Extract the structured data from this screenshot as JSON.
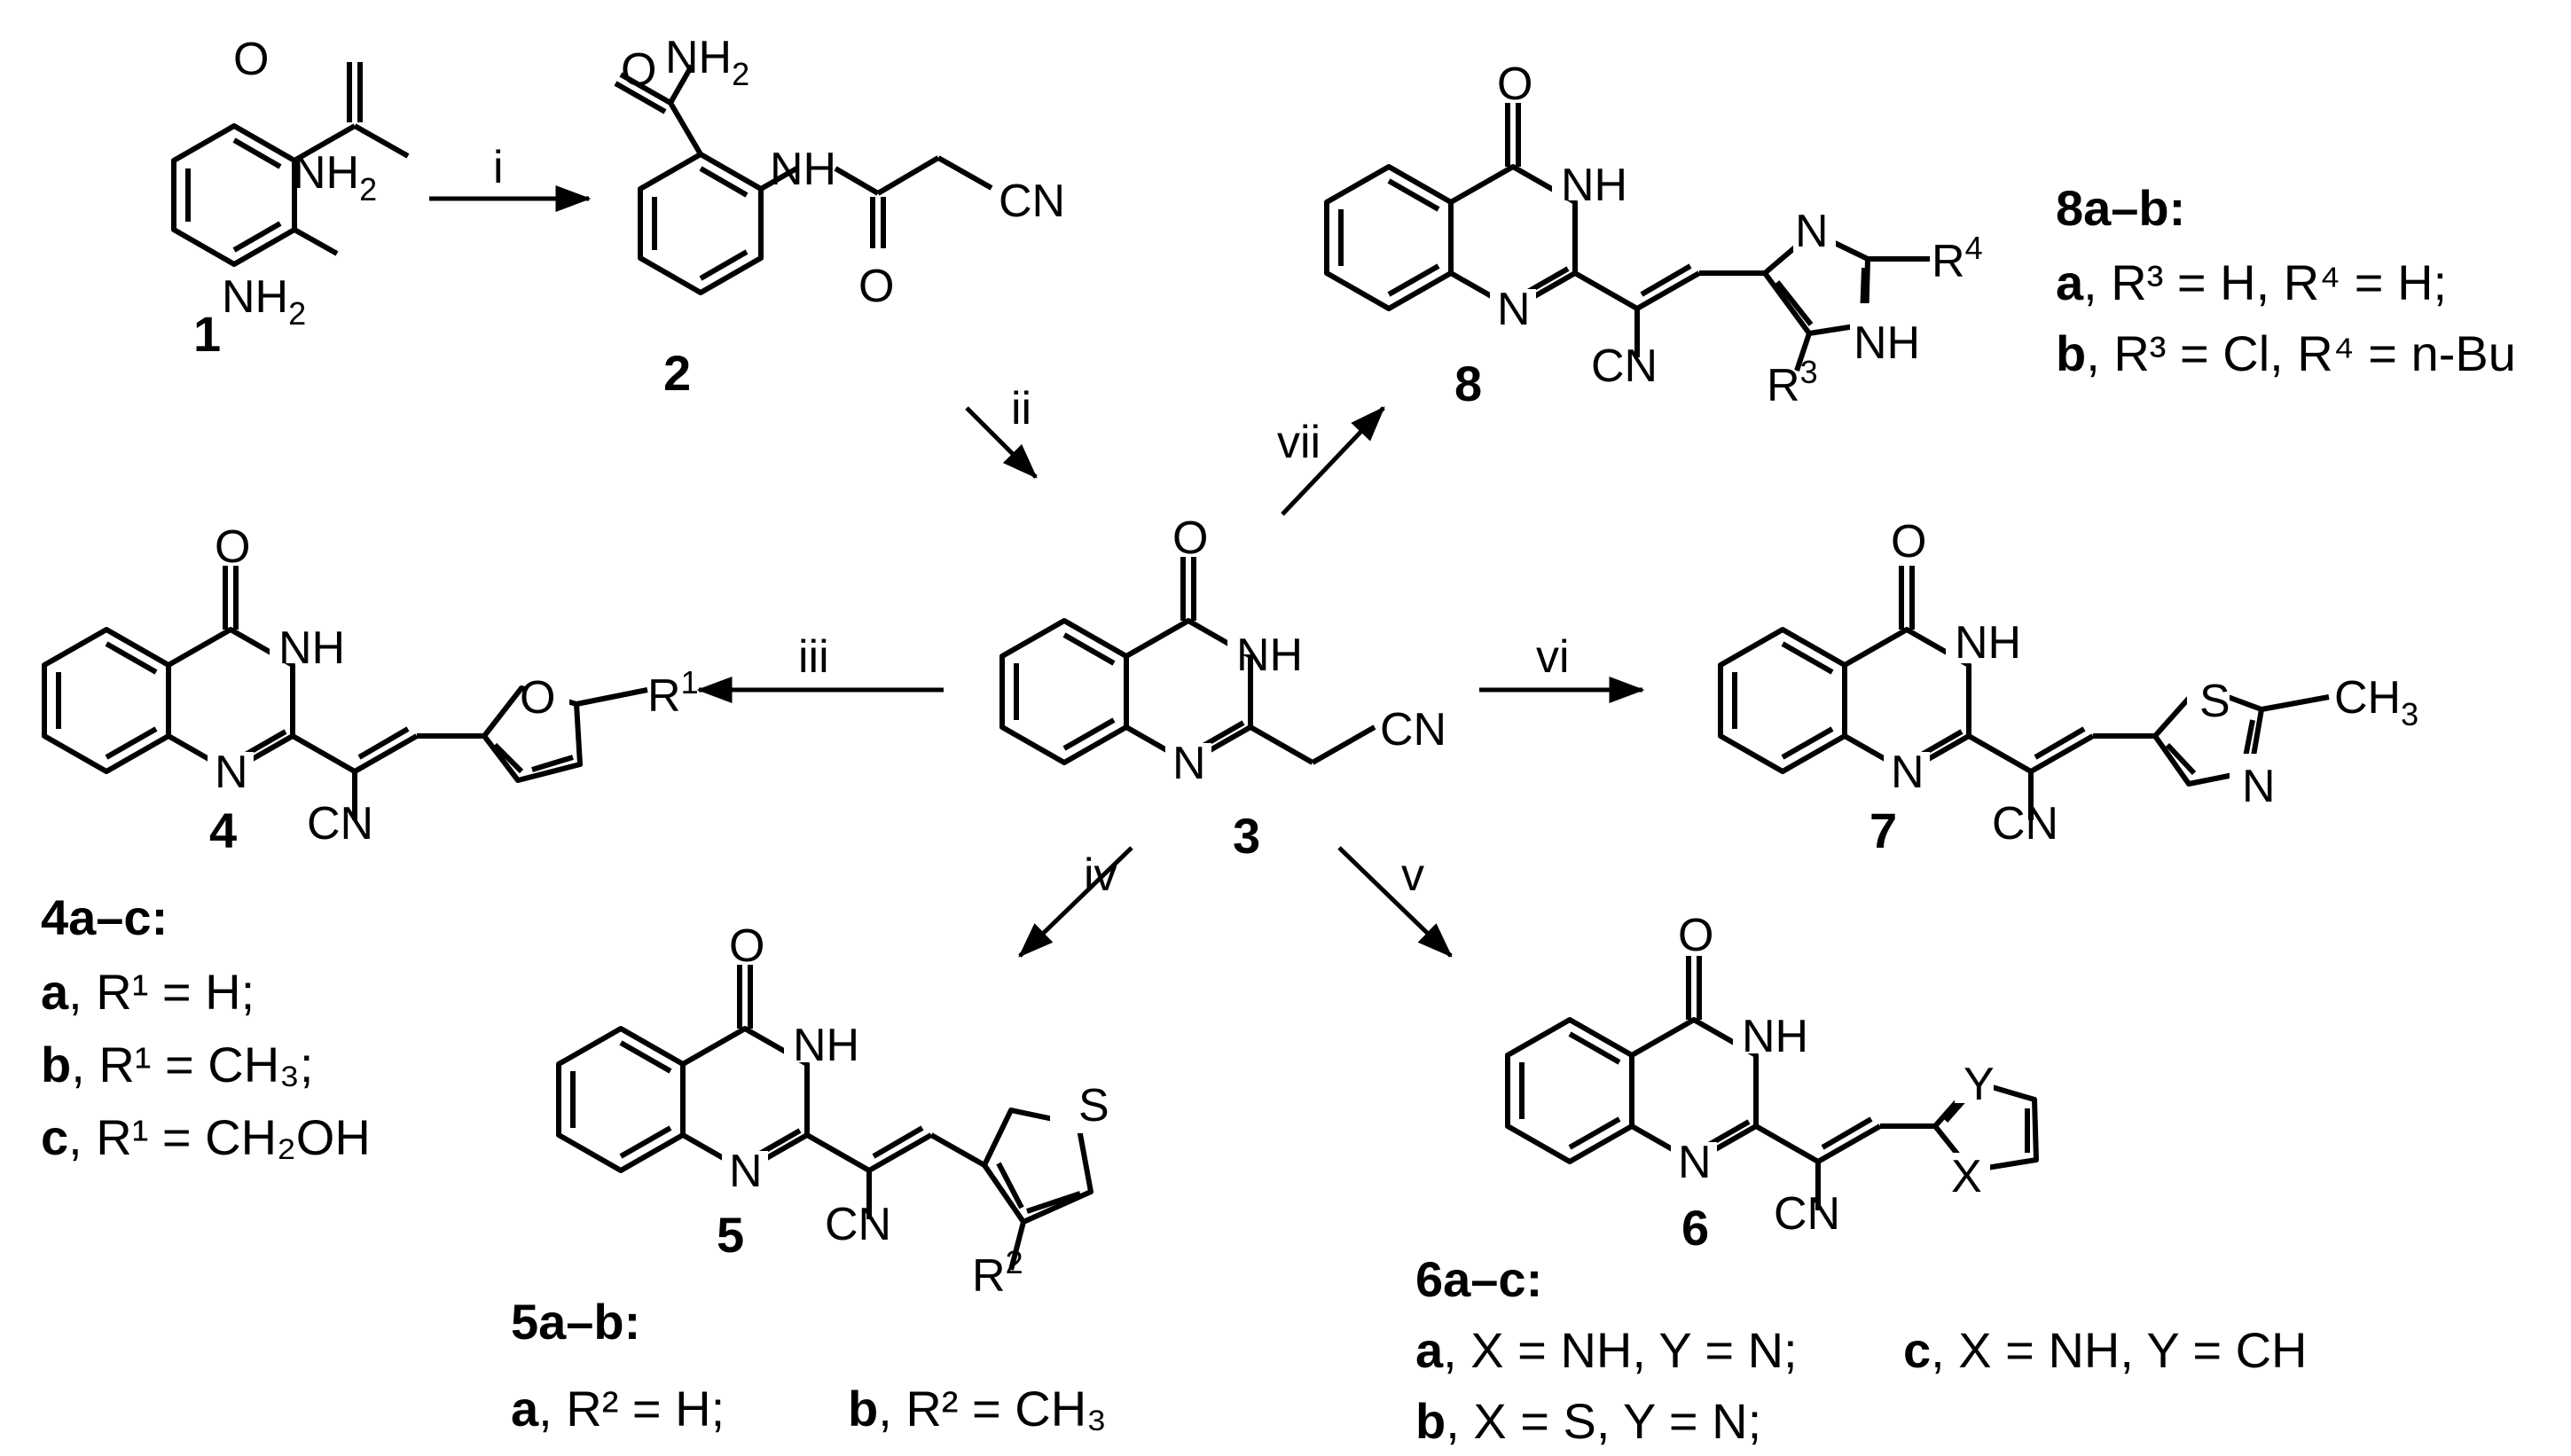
{
  "compounds": [
    {
      "id": "1"
    },
    {
      "id": "2"
    },
    {
      "id": "3"
    },
    {
      "id": "4"
    },
    {
      "id": "5"
    },
    {
      "id": "6"
    },
    {
      "id": "7"
    },
    {
      "id": "8"
    }
  ],
  "reagents": [
    "i",
    "ii",
    "iii",
    "iv",
    "v",
    "vi",
    "vii"
  ],
  "atoms": {
    "O": "O",
    "N": "N",
    "NH": "NH",
    "NH2": "NH",
    "sub2": "2",
    "sub3": "3",
    "CN": "CN",
    "S": "S",
    "CH3": "CH",
    "R": "R",
    "sup1": "1",
    "sup2": "2",
    "sup3": "3",
    "sup4": "4",
    "X": "X",
    "Y": "Y"
  },
  "captions": {
    "c8": {
      "head": "8a–b:",
      "a": {
        "tag": "a",
        "text": ", R³ = H,  R⁴ = H;"
      },
      "b": {
        "tag": "b",
        "text": ", R³ = Cl, R⁴ = n-Bu"
      }
    },
    "c4": {
      "head": "4a–c:",
      "a": {
        "tag": "a",
        "text": ", R¹ = H;"
      },
      "b": {
        "tag": "b",
        "text": ", R¹ = CH₃;"
      },
      "c": {
        "tag": "c",
        "text": ", R¹ = CH₂OH"
      }
    },
    "c5": {
      "head": "5a–b:",
      "a": {
        "tag": "a",
        "text": ", R² = H;"
      },
      "b": {
        "tag": "b",
        "text": ", R² = CH₃"
      }
    },
    "c6": {
      "head": "6a–c:",
      "a": {
        "tag": "a",
        "text": ", X = NH, Y = N;"
      },
      "c": {
        "tag": "c",
        "text": ", X = NH, Y = CH"
      },
      "b": {
        "tag": "b",
        "text": ", X = S,    Y = N;"
      }
    }
  }
}
